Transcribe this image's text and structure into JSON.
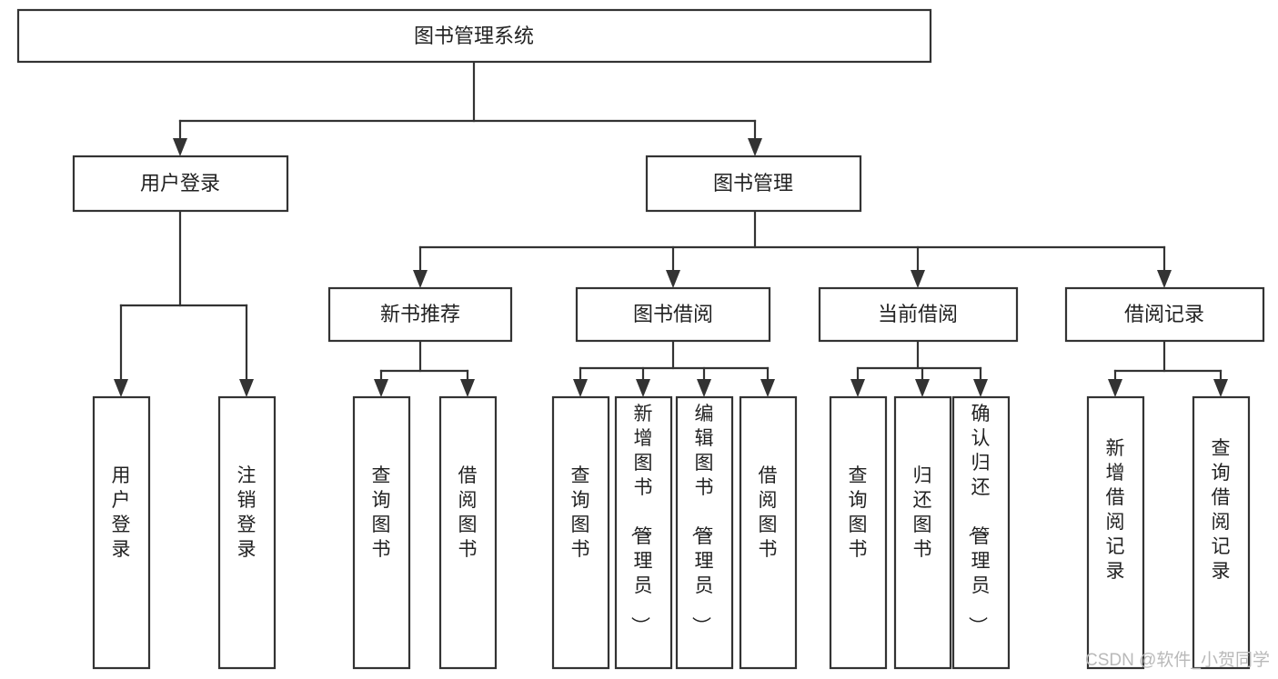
{
  "diagram": {
    "title_node": {
      "id": "root",
      "label": "图书管理系统",
      "orientation": "horizontal"
    },
    "level2": [
      {
        "id": "user-login",
        "label": "用户登录",
        "orientation": "horizontal"
      },
      {
        "id": "book-management",
        "label": "图书管理",
        "orientation": "horizontal"
      }
    ],
    "level3": [
      {
        "id": "new-book-recommend",
        "label": "新书推荐",
        "orientation": "horizontal"
      },
      {
        "id": "book-borrow",
        "label": "图书借阅",
        "orientation": "horizontal"
      },
      {
        "id": "current-borrow",
        "label": "当前借阅",
        "orientation": "horizontal"
      },
      {
        "id": "borrow-record",
        "label": "借阅记录",
        "orientation": "horizontal"
      }
    ],
    "leaves": [
      {
        "id": "leaf-user-login",
        "label": "用户登录",
        "parent": "user-login",
        "orientation": "vertical"
      },
      {
        "id": "leaf-logout-login",
        "label": "注销登录",
        "parent": "user-login",
        "orientation": "vertical"
      },
      {
        "id": "leaf-query-book-1",
        "label": "查询图书",
        "parent": "new-book-recommend",
        "orientation": "vertical"
      },
      {
        "id": "leaf-borrow-book-1",
        "label": "借阅图书",
        "parent": "new-book-recommend",
        "orientation": "vertical"
      },
      {
        "id": "leaf-query-book-2",
        "label": "查询图书",
        "parent": "book-borrow",
        "orientation": "vertical"
      },
      {
        "id": "leaf-add-book",
        "label": "新增图书（管理员）",
        "parent": "book-borrow",
        "orientation": "vertical"
      },
      {
        "id": "leaf-edit-book",
        "label": "编辑图书（管理员）",
        "parent": "book-borrow",
        "orientation": "vertical"
      },
      {
        "id": "leaf-borrow-book-2",
        "label": "借阅图书",
        "parent": "book-borrow",
        "orientation": "vertical"
      },
      {
        "id": "leaf-query-book-3",
        "label": "查询图书",
        "parent": "current-borrow",
        "orientation": "vertical"
      },
      {
        "id": "leaf-return-book",
        "label": "归还图书",
        "parent": "current-borrow",
        "orientation": "vertical"
      },
      {
        "id": "leaf-confirm-return",
        "label": "确认归还（管理员）",
        "parent": "current-borrow",
        "orientation": "vertical"
      },
      {
        "id": "leaf-add-borrow-record",
        "label": "新增借阅记录",
        "parent": "borrow-record",
        "orientation": "vertical"
      },
      {
        "id": "leaf-query-borrow-record",
        "label": "查询借阅记录",
        "parent": "borrow-record",
        "orientation": "vertical"
      }
    ]
  },
  "watermark": {
    "text": "CSDN @软件_小贺同学"
  },
  "colors": {
    "stroke": "#333333",
    "node_fill": "#ffffff",
    "text": "#222222",
    "watermark": "#b9b9b9",
    "background": "#ffffff"
  }
}
